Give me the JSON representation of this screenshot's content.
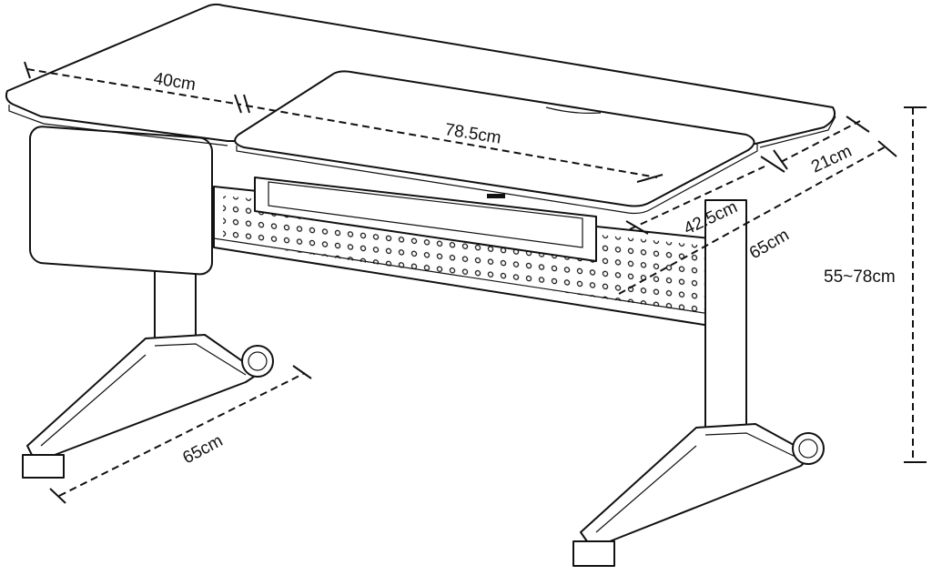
{
  "title": "Desk dimensions diagram",
  "colors": {
    "line": "#111111",
    "background": "#ffffff"
  },
  "dimensions": {
    "left_wing_width": "40cm",
    "tilt_board_width": "78.5cm",
    "right_wing_depth": "21cm",
    "tilt_board_depth": "42.5cm",
    "total_depth": "65cm",
    "height_range": "55~78cm",
    "foot_length": "65cm"
  }
}
